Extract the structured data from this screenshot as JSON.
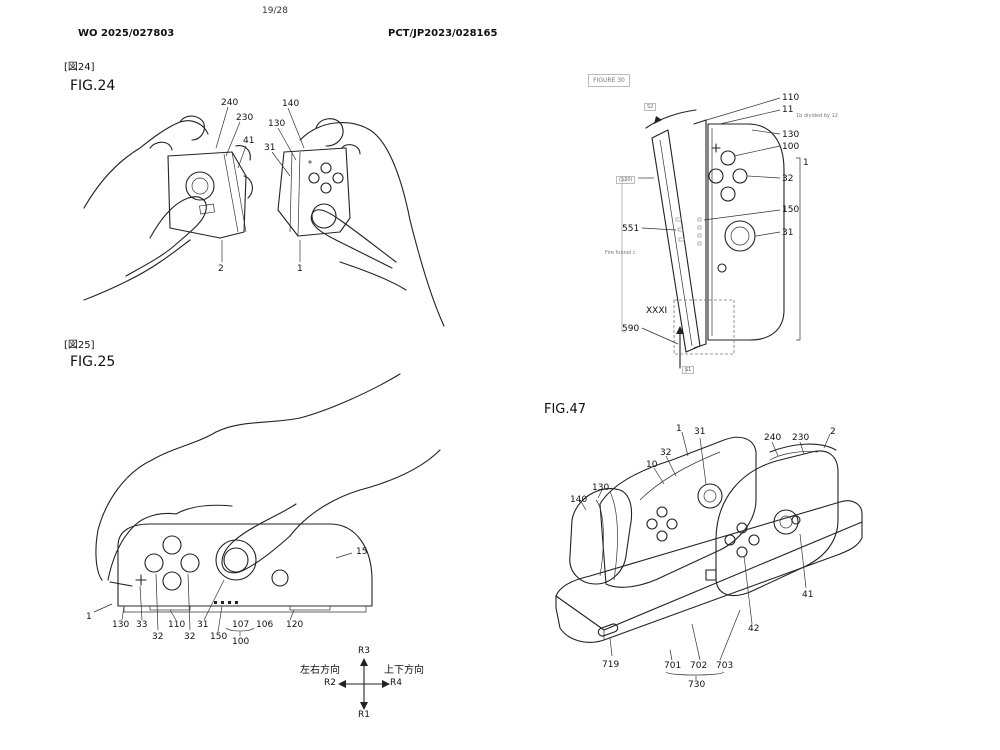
{
  "header": {
    "page_number": "19/28",
    "publication_number": "WO 2025/027803",
    "application_number": "PCT/JP2023/028165"
  },
  "figures": {
    "fig24": {
      "tag": "[図24]",
      "title": "FIG.24",
      "labels": [
        "240",
        "230",
        "41",
        "2",
        "140",
        "130",
        "31",
        "1"
      ]
    },
    "fig25": {
      "tag": "[図25]",
      "title": "FIG.25",
      "labels": [
        "15",
        "1",
        "130",
        "33",
        "110",
        "32",
        "31",
        "150",
        "107",
        "106",
        "120",
        "32",
        "100"
      ],
      "direction": {
        "up": "R3",
        "down": "R1",
        "left": "R2",
        "right": "R4",
        "left_right": "左右方向",
        "up_down": "上下方向"
      }
    },
    "fig30": {
      "title": "FIGURE 30",
      "labels": [
        "110",
        "11",
        "130",
        "100",
        "32",
        "150",
        "31",
        "1",
        "551",
        "XXXI",
        "590",
        "S2",
        "S1",
        "(530)"
      ],
      "notes": [
        "1b divided by 12",
        "Fire funnel c"
      ]
    },
    "fig47": {
      "title": "FIG.47",
      "labels": [
        "1",
        "31",
        "240",
        "230",
        "2",
        "10",
        "32",
        "130",
        "140",
        "41",
        "42",
        "719",
        "701",
        "702",
        "703",
        "730"
      ]
    }
  }
}
